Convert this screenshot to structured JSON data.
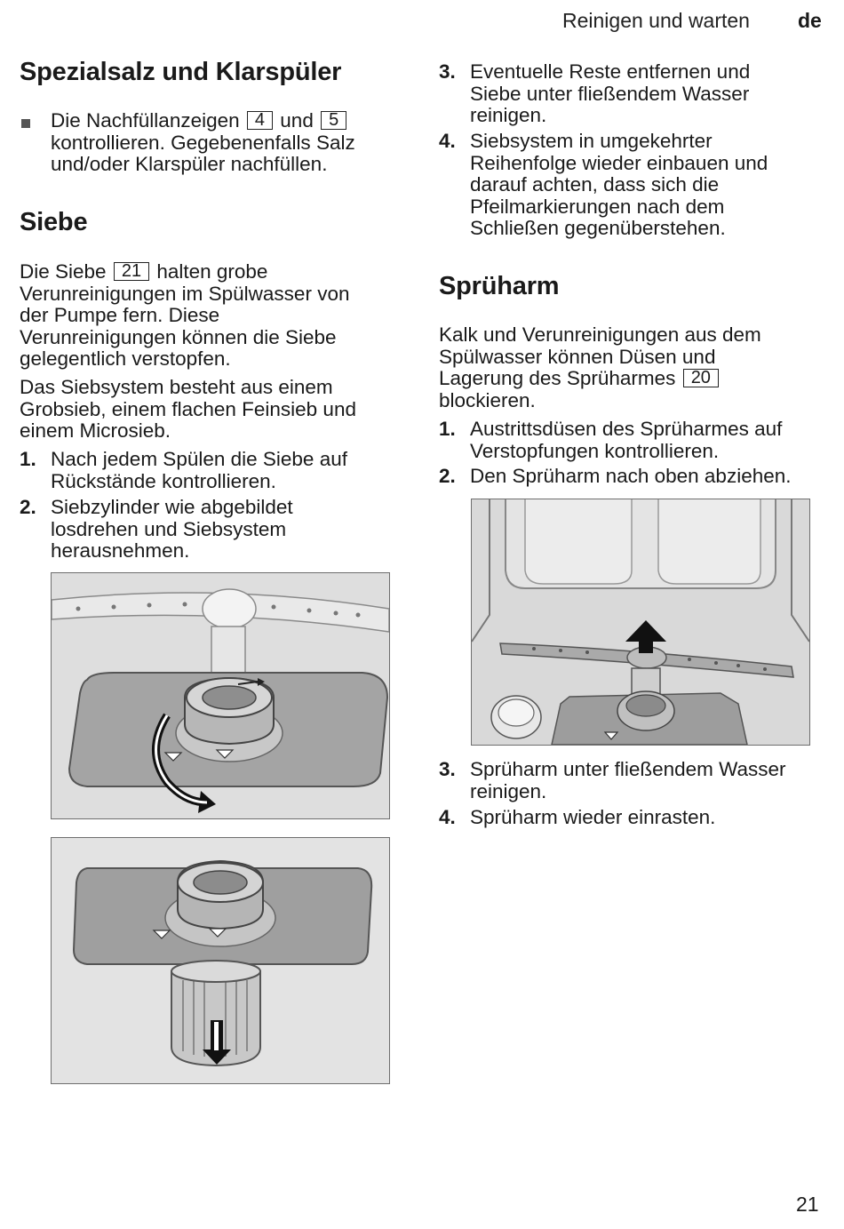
{
  "header": {
    "section": "Reinigen und warten",
    "lang": "de"
  },
  "left": {
    "salt": {
      "title": "Spezialsalz und Klarspüler",
      "bullet_a": "Die Nachfüllanzeigen",
      "ref1": "4",
      "bullet_und": "und",
      "ref2": "5",
      "bullet_l2": "kontrollieren. Gegebenenfalls Salz",
      "bullet_l3": "und/oder Klarspüler nachfüllen."
    },
    "siebe": {
      "title": "Siebe",
      "p1_a": "Die Siebe",
      "p1_ref": "21",
      "p1_b": "halten grobe",
      "p1_l2": "Verunreinigungen im Spülwasser von",
      "p1_l3": "der Pumpe fern. Diese",
      "p1_l4": "Verunreinigungen können die Siebe",
      "p1_l5": "gelegentlich verstopfen.",
      "p2_l1": "Das Siebsystem besteht aus einem",
      "p2_l2": "Grobsieb, einem flachen Feinsieb und",
      "p2_l3": "einem Microsieb.",
      "step1_num": "1.",
      "step1_l1": "Nach jedem Spülen die Siebe auf",
      "step1_l2": "Rückstände kontrollieren.",
      "step2_num": "2.",
      "step2_l1": "Siebzylinder wie abgebildet",
      "step2_l2": "losdrehen und Siebsystem",
      "step2_l3": "herausnehmen."
    }
  },
  "right": {
    "siebe_cont": {
      "step3_num": "3.",
      "step3_l1": "Eventuelle Reste entfernen und",
      "step3_l2": "Siebe unter fließendem Wasser",
      "step3_l3": "reinigen.",
      "step4_num": "4.",
      "step4_l1": "Siebsystem in umgekehrter",
      "step4_l2": "Reihenfolge wieder einbauen und",
      "step4_l3": "darauf achten, dass sich die",
      "step4_l4": "Pfeilmarkierungen nach dem",
      "step4_l5": "Schließen gegenüberstehen."
    },
    "spruharm": {
      "title": "Sprüharm",
      "p1_l1": "Kalk und Verunreinigungen aus dem",
      "p1_l2": "Spülwasser können Düsen und",
      "p1_l3a": "Lagerung des Sprüharmes",
      "p1_ref": "20",
      "p1_l4": "blockieren.",
      "step1_num": "1.",
      "step1_l1": "Austrittsdüsen des Sprüharmes auf",
      "step1_l2": "Verstopfungen kontrollieren.",
      "step2_num": "2.",
      "step2_l1": "Den Sprüharm nach oben abziehen.",
      "step3_num": "3.",
      "step3_l1": "Sprüharm unter fließendem Wasser",
      "step3_l2": "reinigen.",
      "step4_num": "4.",
      "step4_l1": "Sprüharm wieder einrasten."
    }
  },
  "page_number": "21"
}
